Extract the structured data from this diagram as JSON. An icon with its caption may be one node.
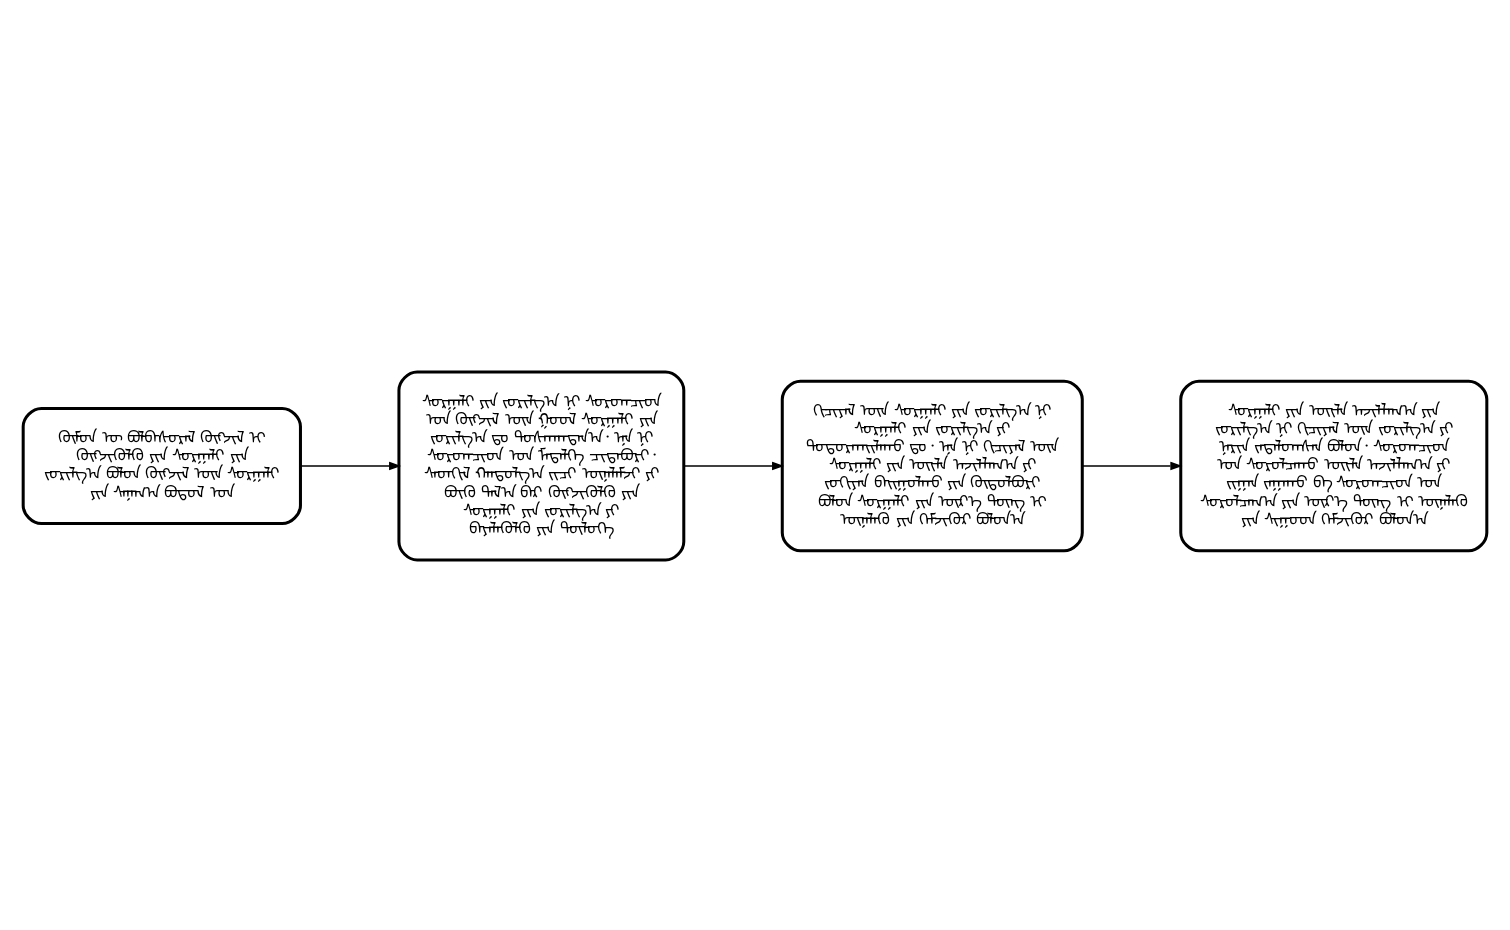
{
  "diagram": {
    "nodes": [
      {
        "text": [
          "ᠬᠦᠮᠦᠨ ᠦ ᠪᠣᠯᠪᠠᠰᠤᠷᠠᠯ ᠬᠥᠭᠵᠢᠯ ᠢ ᠬᠥᠭᠵᠢᠭᠦᠯᠬᠦ ᠶᠢᠨ ᠰᠤᠷᠭᠠᠯᠢ ᠶᠢᠨ ᠵᠣᠷᠢᠯᠭ᠎ᠠ ᠪᠣᠯᠤᠨ ᠬᠥᠭᠵᠢᠯ ᠦᠨ ᠰᠤᠷᠭᠠᠯᠢ ᠶᠢᠨ ᠰᠠᠨᠠᠭ᠎ᠠ ᠪᠣᠳᠤᠯ ᠤᠨ"
        ]
      },
      {
        "text": [
          "ᠰᠤᠷᠭᠠᠯᠢ ᠶᠢᠨ ᠵᠣᠷᠢᠯᠭ᠎ᠠ ᠨᠢ ᠰᠤᠷᠤᠭᠴᠢᠳ ᠤᠨ ᠬᠥᠭᠵᠢᠯ ᠦᠨ ᠭᠣᠣᠯ ᠰᠤᠷᠭᠠᠯᠢ ᠶᠢᠨ ᠵᠣᠷᠢᠯᠭ᠎ᠠ ᠳᠤ ᠲᠤᠰᠬᠠᠭᠳᠠᠨ᠎ᠠ᠂ ᠡᠨᠡ ᠨᠢ ᠰᠤᠷᠤᠭᠴᠢᠳ ᠤᠨ ᠮᠡᠳᠡᠯᠭᠡ ᠴᠢᠳᠠᠪᠤᠷᠢ᠂ ᠰᠡᠳᠬᠢᠯ ᠬᠠᠨᠳᠤᠯᠭ᠎ᠠ ᠵᠢᠴᠢ ᠦᠨᠡᠯᠡᠮᠵᠢ ᠶᠢ ᠪᠦᠬᠦ ᠲᠠᠯ᠎ᠠ ᠪᠠᠷ ᠬᠥᠭᠵᠢᠭᠦᠯᠬᠦ ᠶᠢᠨ ᠰᠤᠷᠭᠠᠯᠢ ᠶᠢᠨ ᠵᠣᠷᠢᠯᠭ᠎ᠠ ᠶᠢ ᠪᠡᠶᠡᠯᠡᠭᠦᠯᠬᠦ ᠶᠢᠨ ᠲᠥᠯᠦᠭᠡ"
        ]
      },
      {
        "text": [
          "ᠬᠢᠴᠢᠶᠡᠯ ᠦᠨ ᠰᠤᠷᠭᠠᠯᠢ ᠶᠢᠨ ᠵᠣᠷᠢᠯᠭ᠎ᠠ ᠨᠢ ᠰᠤᠷᠭᠠᠯᠢ ᠶᠢᠨ ᠵᠣᠷᠢᠯᠭ᠎ᠠ ᠶᠢ ᠲᠣᠳᠤᠷᠬᠠᠢᠯᠠᠬᠤ ᠳᠤ᠂ ᠡᠨᠡ ᠨᠢ ᠬᠢᠴᠢᠶᠡᠯ ᠦᠨ ᠰᠤᠷᠭᠠᠯᠢ ᠶᠢᠨ ᠦᠢᠯᠡ ᠠᠵᠢᠯᠯᠠᠭ᠎ᠠ ᠶᠢ ᠵᠣᠬᠢᠶᠠᠨ ᠪᠠᠢᠭᠤᠯᠬᠤ ᠶᠢᠨ ᠬᠦᠲᠦᠯᠪᠦᠷᠢ ᠪᠣᠯᠤᠨ ᠰᠤᠷᠭᠠᠯᠢ ᠶᠢᠨ ᠦᠷ᠎ᠡ ᠳᠦᠩ ᠢ ᠦᠨᠡᠯᠡᠬᠦ ᠶᠢᠨ ᠬᠡᠮᠵᠢᠭᠦᠷ ᠪᠣᠯᠣᠨ᠎ᠠ"
        ]
      },
      {
        "text": [
          "ᠰᠤᠷᠭᠠᠯᠢ ᠶᠢᠨ ᠦᠢᠯᠡ ᠠᠵᠢᠯᠯᠠᠭ᠎ᠠ ᠶᠢᠨ ᠵᠣᠷᠢᠯᠭ᠎ᠠ ᠨᠢ ᠬᠢᠴᠢᠶᠡᠯ ᠦᠨ ᠵᠣᠷᠢᠯᠭ᠎ᠠ ᠶᠢ ᠨᠠᠷᠢᠨ ᠵᠠᠳᠠᠯᠤᠭᠰᠠᠨ ᠪᠣᠯᠤᠨ᠂ ᠰᠤᠷᠤᠭᠴᠢᠳ ᠤᠨ ᠰᠤᠷᠤᠯᠴᠠᠬᠤ ᠦᠢᠯᠡ ᠠᠵᠢᠯᠯᠠᠭ᠎ᠠ ᠶᠢ ᠵᠢᠭᠠᠨ ᠵᠠᠭᠠᠬᠤ ᠪᠠ ᠰᠤᠷᠤᠭᠴᠢᠳ ᠤᠨ ᠰᠤᠷᠤᠯᠴᠠᠭ᠎ᠠ ᠶᠢᠨ ᠦᠷ᠎ᠡ ᠳᠦᠩ ᠢ ᠦᠨᠡᠯᠡᠬᠦ ᠶᠢᠨ ᠰᠢᠭᠤᠳ ᠬᠡᠮᠵᠢᠭᠦᠷ ᠪᠣᠯᠣᠨ᠎ᠠ"
        ]
      }
    ],
    "edges": [
      {
        "from": 0,
        "to": 1,
        "arrow": "to"
      },
      {
        "from": 1,
        "to": 2,
        "arrow": "to"
      },
      {
        "from": 2,
        "to": 3,
        "arrow": "to"
      }
    ]
  }
}
